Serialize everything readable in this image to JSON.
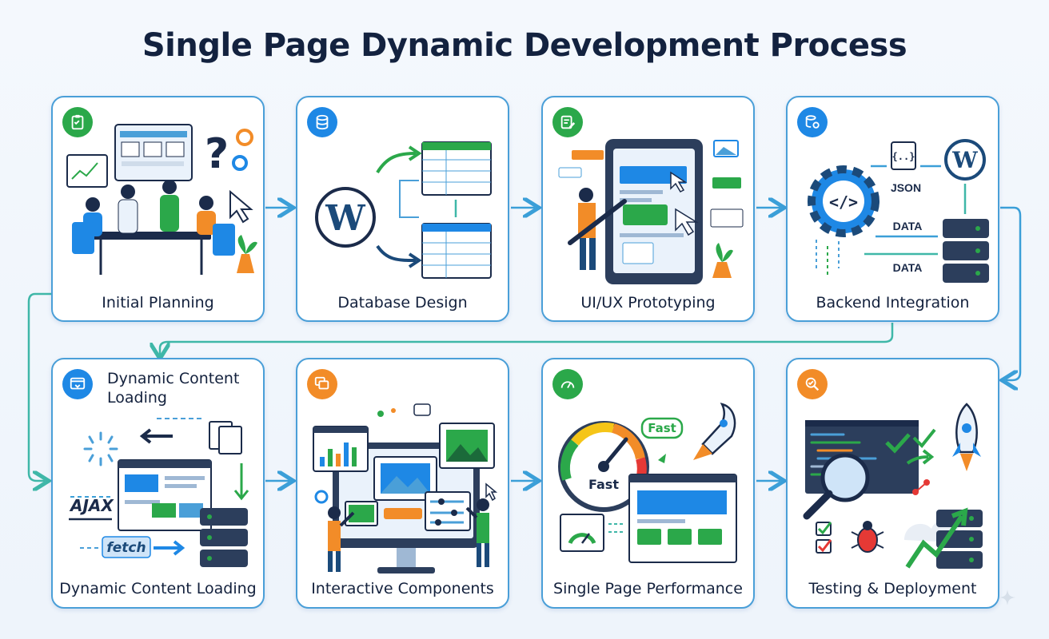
{
  "title": "Single Page Dynamic Development Process",
  "steps": [
    {
      "label": "Initial Planning"
    },
    {
      "label": "Database Design"
    },
    {
      "label": "UI/UX Prototyping"
    },
    {
      "label": "Backend Integration"
    },
    {
      "label": "Dynamic Content Loading",
      "header": "Dynamic Content Loading"
    },
    {
      "label": "Interactive Components"
    },
    {
      "label": "Single Page Performance"
    },
    {
      "label": "Testing & Deployment"
    }
  ],
  "illustration_text": {
    "json": "JSON",
    "data_in": "DATA",
    "data_out": "DATA",
    "ajax": "AJAX",
    "fetch": "fetch",
    "fast_badge": "Fast",
    "fast_gauge": "Fast"
  },
  "badge_colors": {
    "green": "#2ba84a",
    "blue": "#1e88e5",
    "orange": "#f28c28"
  },
  "icons": [
    "clipboard-icon",
    "database-icon",
    "edit-icon",
    "database-gear-icon",
    "browser-icon",
    "windows-icon",
    "speedometer-icon",
    "search-check-icon"
  ],
  "accent": "#4a9fd8"
}
